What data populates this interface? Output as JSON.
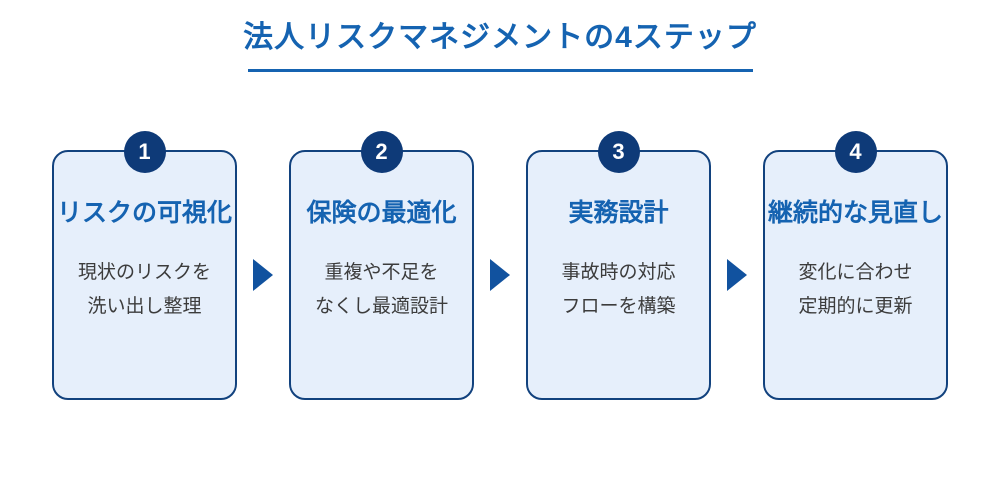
{
  "title": {
    "text": "法人リスクマネジメントの4ステップ"
  },
  "colors": {
    "title_blue": "#1563b1",
    "badge_navy": "#0e3a78",
    "card_border": "#12427e",
    "card_bg": "#e6effb",
    "arrow_blue": "#11529f",
    "body_text": "#3c3c3c",
    "page_bg": "#ffffff"
  },
  "steps": [
    {
      "number": "1",
      "title": "リスクの可視化",
      "body": "現状のリスクを\n洗い出し整理"
    },
    {
      "number": "2",
      "title": "保険の最適化",
      "body": "重複や不足を\nなくし最適設計"
    },
    {
      "number": "3",
      "title": "実務設計",
      "body": "事故時の対応\nフローを構築"
    },
    {
      "number": "4",
      "title": "継続的な見直し",
      "body": "変化に合わせ\n定期的に更新"
    }
  ],
  "arrows": {
    "direction": "right",
    "count": 3
  }
}
